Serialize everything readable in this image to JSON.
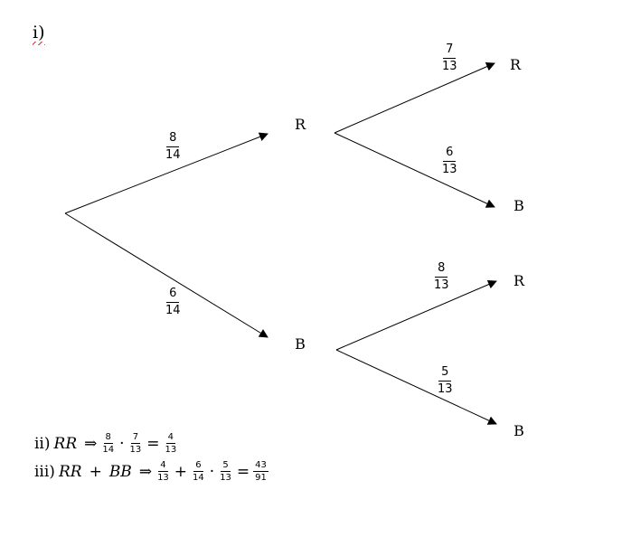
{
  "part_i": {
    "label": "i)"
  },
  "tree": {
    "first": {
      "R": {
        "label": "R",
        "prob": {
          "num": "8",
          "den": "14"
        }
      },
      "B": {
        "label": "B",
        "prob": {
          "num": "6",
          "den": "14"
        }
      }
    },
    "second_after_R": {
      "R": {
        "label": "R",
        "prob": {
          "num": "7",
          "den": "13"
        }
      },
      "B": {
        "label": "B",
        "prob": {
          "num": "6",
          "den": "13"
        }
      }
    },
    "second_after_B": {
      "R": {
        "label": "R",
        "prob": {
          "num": "8",
          "den": "13"
        }
      },
      "B": {
        "label": "B",
        "prob": {
          "num": "5",
          "den": "13"
        }
      }
    }
  },
  "part_ii": {
    "label": "ii)",
    "event": "RR",
    "arrow": "⇒",
    "f1": {
      "num": "8",
      "den": "14"
    },
    "dot": "·",
    "f2": {
      "num": "7",
      "den": "13"
    },
    "eq": "=",
    "result": {
      "num": "4",
      "den": "13"
    }
  },
  "part_iii": {
    "label": "iii)",
    "event1": "RR",
    "plus": "+",
    "event2": "BB",
    "arrow": "⇒",
    "f1": {
      "num": "4",
      "den": "13"
    },
    "plus2": "+",
    "f2": {
      "num": "6",
      "den": "14"
    },
    "dot": "·",
    "f3": {
      "num": "5",
      "den": "13"
    },
    "eq": "=",
    "result": {
      "num": "43",
      "den": "91"
    }
  }
}
